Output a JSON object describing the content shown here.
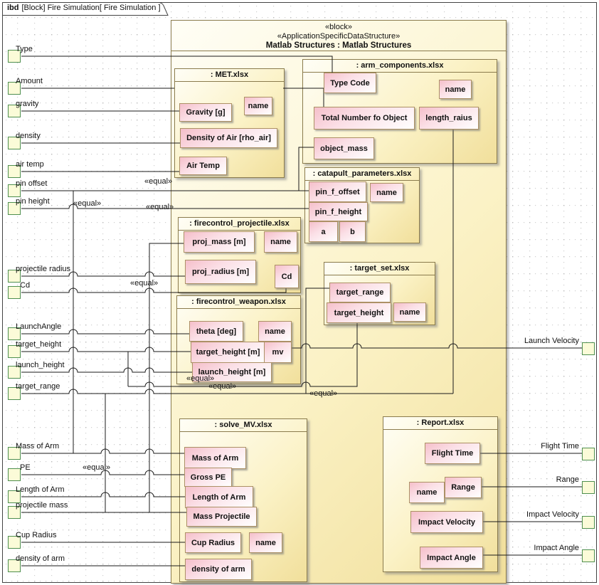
{
  "tab": {
    "keyword": "ibd",
    "title": "[Block] Fire Simulation[ Fire Simulation ]"
  },
  "main_block": {
    "stereotype1": "«block»",
    "stereotype2": "«ApplicationSpecificDataStructure»",
    "name": "Matlab Structures : Matlab Structures"
  },
  "equal_label": "«equal»",
  "left_ports": [
    "Type",
    "Amount",
    "gravity",
    "density",
    "air temp",
    "pin offset",
    "pin height",
    "projectile radius",
    "Cd",
    "LaunchAngle",
    "target_height",
    "launch_height",
    "target_range",
    "Mass of Arm",
    "PE",
    "Length of Arm",
    "projectile mass",
    "Cup Radius",
    "density of arm"
  ],
  "right_ports": [
    "Launch Velocity",
    "Flight Time",
    "Range",
    "Impact Velocity",
    "Impact Angle"
  ],
  "blocks": {
    "met": {
      "title": ": MET.xlsx",
      "parts": {
        "gravity": "Gravity [g]",
        "name": "name",
        "density": "Density of Air [rho_air]",
        "air_temp": "Air Temp"
      }
    },
    "arm": {
      "title": ": arm_components.xlsx",
      "parts": {
        "type_code": "Type Code",
        "name": "name",
        "total": "Total Number fo Object",
        "length_raius": "length_raius",
        "object_mass": "object_mass"
      }
    },
    "catapult": {
      "title": ": catapult_parameters.xlsx",
      "parts": {
        "pin_f_offset": "pin_f_offset",
        "name": "name",
        "pin_f_height": "pin_f_height",
        "a": "a",
        "b": "b"
      }
    },
    "projectile": {
      "title": ": firecontrol_projectile.xlsx",
      "parts": {
        "proj_mass": "proj_mass [m]",
        "name": "name",
        "proj_radius": "proj_radius [m]",
        "cd": "Cd"
      }
    },
    "weapon": {
      "title": ": firecontrol_weapon.xlsx",
      "parts": {
        "theta": "theta [deg]",
        "name": "name",
        "target_height": "target_height [m]",
        "mv": "mv",
        "launch_height": "launch_height [m]"
      }
    },
    "target_set": {
      "title": ": target_set.xlsx",
      "parts": {
        "target_range": "target_range",
        "target_height": "target_height",
        "name": "name"
      }
    },
    "solve": {
      "title": ": solve_MV.xlsx",
      "parts": {
        "mass_of_arm": "Mass of Arm",
        "gross_pe": "Gross PE",
        "length_of_arm": "Length of Arm",
        "mass_projectile": "Mass Projectile",
        "cup_radius": "Cup Radius",
        "name": "name",
        "density_of_arm": "density of arm"
      }
    },
    "report": {
      "title": ": Report.xlsx",
      "parts": {
        "flight_time": "Flight Time",
        "name": "name",
        "range": "Range",
        "impact_velocity": "Impact Velocity",
        "impact_angle": "Impact Angle"
      }
    }
  },
  "colors": {
    "block_fill": "#f6e8ae",
    "block_border": "#8a7b4d",
    "part_pink": "#f5bfca",
    "part_border": "#ad9166",
    "port_fill": "#fbfbd8",
    "port_border": "#4f8f4f",
    "wire": "#1a1a1a"
  }
}
